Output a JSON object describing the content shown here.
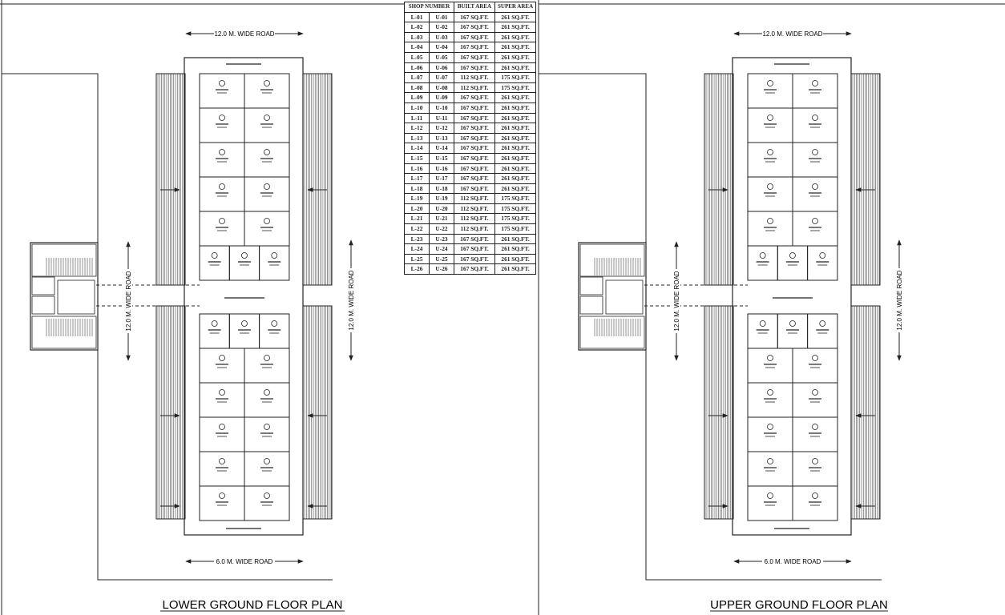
{
  "table": {
    "headers": {
      "shop_number": "SHOP NUMBER",
      "built_area": "BUILT AREA",
      "super_area": "SUPER AREA"
    },
    "rows": [
      {
        "lower": "L-01",
        "upper": "U-01",
        "built": "167 SQ.FT.",
        "super": "261 SQ.FT."
      },
      {
        "lower": "L-02",
        "upper": "U-02",
        "built": "167 SQ.FT.",
        "super": "261 SQ.FT."
      },
      {
        "lower": "L-03",
        "upper": "U-03",
        "built": "167 SQ.FT.",
        "super": "261 SQ.FT."
      },
      {
        "lower": "L-04",
        "upper": "U-04",
        "built": "167 SQ.FT.",
        "super": "261 SQ.FT."
      },
      {
        "lower": "L-05",
        "upper": "U-05",
        "built": "167 SQ.FT.",
        "super": "261 SQ.FT."
      },
      {
        "lower": "L-06",
        "upper": "U-06",
        "built": "167 SQ.FT.",
        "super": "261 SQ.FT."
      },
      {
        "lower": "L-07",
        "upper": "U-07",
        "built": "112 SQ.FT.",
        "super": "175 SQ.FT."
      },
      {
        "lower": "L-08",
        "upper": "U-08",
        "built": "112 SQ.FT.",
        "super": "175 SQ.FT."
      },
      {
        "lower": "L-09",
        "upper": "U-09",
        "built": "167 SQ.FT.",
        "super": "261 SQ.FT."
      },
      {
        "lower": "L-10",
        "upper": "U-10",
        "built": "167 SQ.FT.",
        "super": "261 SQ.FT."
      },
      {
        "lower": "L-11",
        "upper": "U-11",
        "built": "167 SQ.FT.",
        "super": "261 SQ.FT."
      },
      {
        "lower": "L-12",
        "upper": "U-12",
        "built": "167 SQ.FT.",
        "super": "261 SQ.FT."
      },
      {
        "lower": "L-13",
        "upper": "U-13",
        "built": "167 SQ.FT.",
        "super": "261 SQ.FT."
      },
      {
        "lower": "L-14",
        "upper": "U-14",
        "built": "167 SQ.FT.",
        "super": "261 SQ.FT."
      },
      {
        "lower": "L-15",
        "upper": "U-15",
        "built": "167 SQ.FT.",
        "super": "261 SQ.FT."
      },
      {
        "lower": "L-16",
        "upper": "U-16",
        "built": "167 SQ.FT.",
        "super": "261 SQ.FT."
      },
      {
        "lower": "L-17",
        "upper": "U-17",
        "built": "167 SQ.FT.",
        "super": "261 SQ.FT."
      },
      {
        "lower": "L-18",
        "upper": "U-18",
        "built": "167 SQ.FT.",
        "super": "261 SQ.FT."
      },
      {
        "lower": "L-19",
        "upper": "U-19",
        "built": "112 SQ.FT.",
        "super": "175 SQ.FT."
      },
      {
        "lower": "L-20",
        "upper": "U-20",
        "built": "112 SQ.FT.",
        "super": "175 SQ.FT."
      },
      {
        "lower": "L-21",
        "upper": "U-21",
        "built": "112 SQ.FT.",
        "super": "175 SQ.FT."
      },
      {
        "lower": "L-22",
        "upper": "U-22",
        "built": "112 SQ.FT.",
        "super": "175 SQ.FT."
      },
      {
        "lower": "L-23",
        "upper": "U-23",
        "built": "167 SQ.FT.",
        "super": "261 SQ.FT."
      },
      {
        "lower": "L-24",
        "upper": "U-24",
        "built": "167 SQ.FT.",
        "super": "261 SQ.FT."
      },
      {
        "lower": "L-25",
        "upper": "U-25",
        "built": "167 SQ.FT.",
        "super": "261 SQ.FT."
      },
      {
        "lower": "L-26",
        "upper": "U-26",
        "built": "167 SQ.FT.",
        "super": "261 SQ.FT."
      }
    ]
  },
  "plans": [
    {
      "title": "LOWER GROUND FLOOR PLAN",
      "top_road": "12.0 M. WIDE ROAD",
      "bottom_road": "6.0 M. WIDE ROAD",
      "left_road": "12.0 M. WIDE ROAD",
      "right_road": "12.0 M. WIDE ROAD"
    },
    {
      "title": "UPPER GROUND FLOOR PLAN",
      "top_road": "12.0 M. WIDE ROAD",
      "bottom_road": "6.0 M. WIDE ROAD",
      "left_road": "12.0 M. WIDE ROAD",
      "right_road": "12.0 M. WIDE ROAD"
    }
  ],
  "colors": {
    "ink": "#222222",
    "paper": "#ffffff"
  }
}
